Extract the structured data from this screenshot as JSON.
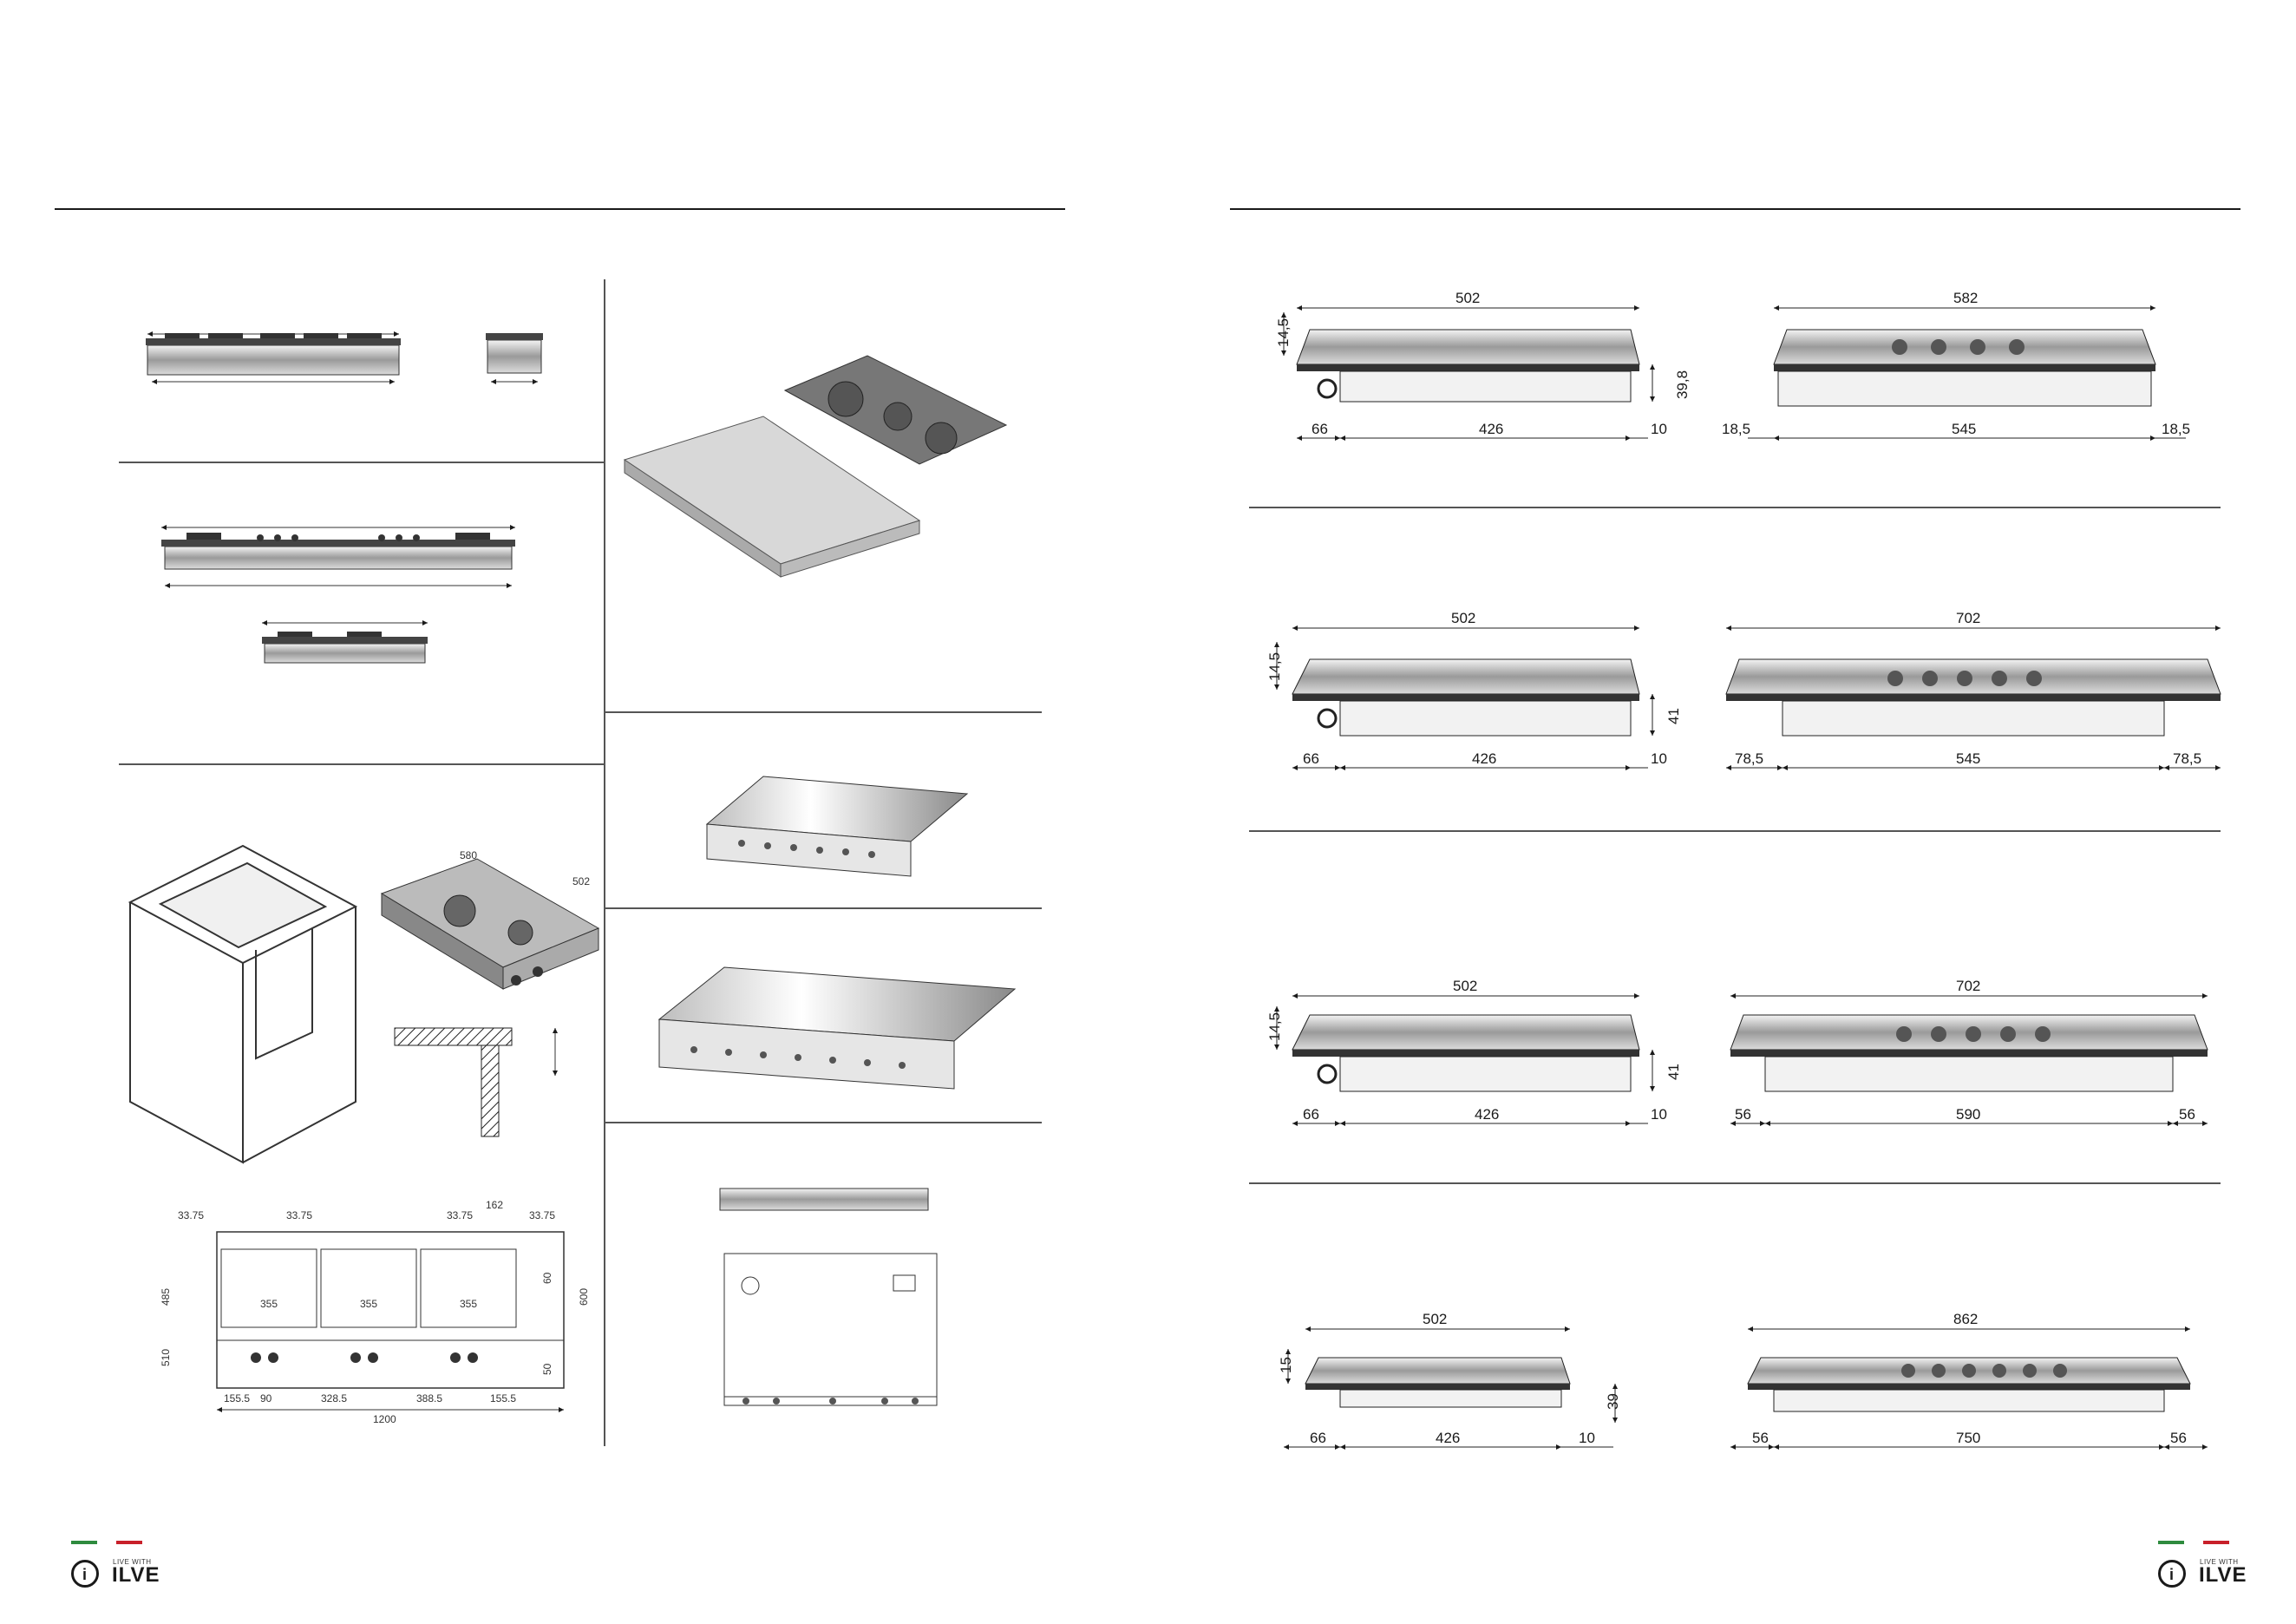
{
  "brand": {
    "tagline": "LIVE WITH",
    "name": "ILVE",
    "flag_colors": [
      "#2e8b3e",
      "#ffffff",
      "#c8202a"
    ]
  },
  "left_page": {
    "cutout_drawing": {
      "dims_top": [
        "33.75",
        "33.75",
        "33.75",
        "33.75"
      ],
      "dims_inner": [
        "355",
        "355",
        "355"
      ],
      "dims_bottom": [
        "155.5",
        "90",
        "328.5",
        "388.5",
        "155.5"
      ],
      "total_width": "1200",
      "left_heights": [
        "485",
        "510"
      ],
      "right_heights": [
        "60",
        "600",
        "50"
      ],
      "small_note": "162"
    },
    "isometric_small_labels": [
      "580",
      "502"
    ]
  },
  "right_page": {
    "rows": [
      {
        "side": {
          "top": "502",
          "left_h": "14,5",
          "right_h": "39,8",
          "b1": "66",
          "b2": "426",
          "b3": "10"
        },
        "front": {
          "top": "582",
          "b1": "18,5",
          "b2": "545",
          "b3": "18,5"
        }
      },
      {
        "side": {
          "top": "502",
          "left_h": "14,5",
          "right_h": "41",
          "b1": "66",
          "b2": "426",
          "b3": "10"
        },
        "front": {
          "top": "702",
          "b1": "78,5",
          "b2": "545",
          "b3": "78,5"
        }
      },
      {
        "side": {
          "top": "502",
          "left_h": "14,5",
          "right_h": "41",
          "b1": "66",
          "b2": "426",
          "b3": "10"
        },
        "front": {
          "top": "702",
          "b1": "56",
          "b2": "590",
          "b3": "56"
        }
      },
      {
        "side": {
          "top": "502",
          "left_h": "15",
          "right_h": "39",
          "b1": "66",
          "b2": "426",
          "b3": "10"
        },
        "front": {
          "top": "862",
          "b1": "56",
          "b2": "750",
          "b3": "56"
        }
      }
    ]
  }
}
